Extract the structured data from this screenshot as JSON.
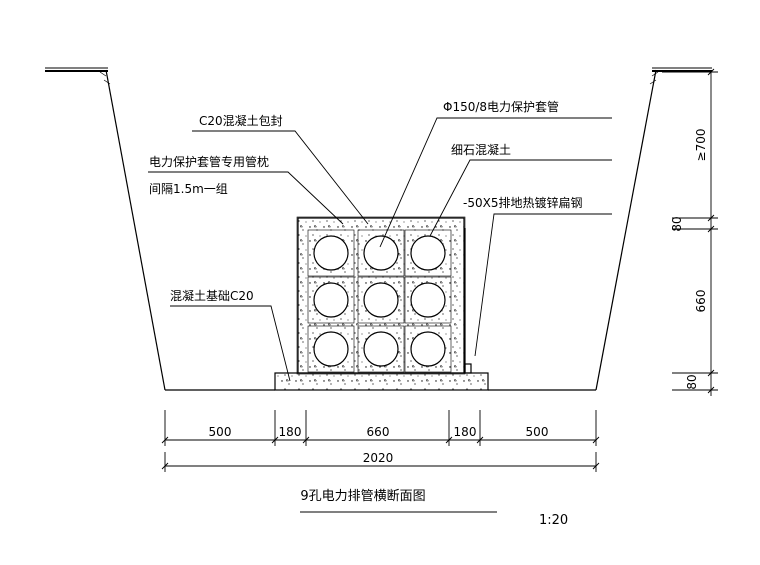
{
  "annotations": {
    "concrete_wrap": "C20混凝土包封",
    "spacer_line1": "电力保护套管专用管枕",
    "spacer_line2": "间隔1.5m一组",
    "pipe": "Φ150/8电力保护套管",
    "fine_concrete": "细石混凝土",
    "ground_steel": "-50X5排地热镀锌扁钢",
    "base_concrete": "混凝土基础C20"
  },
  "dimensions": {
    "bottom": [
      "500",
      "180",
      "660",
      "180",
      "500"
    ],
    "total": "2020",
    "right": [
      "≥700",
      "80",
      "660",
      "80"
    ]
  },
  "footer": {
    "title": "9孔电力排管横断面图",
    "scale": "1:20"
  },
  "colors": {
    "line": "#000000",
    "background": "#ffffff"
  }
}
